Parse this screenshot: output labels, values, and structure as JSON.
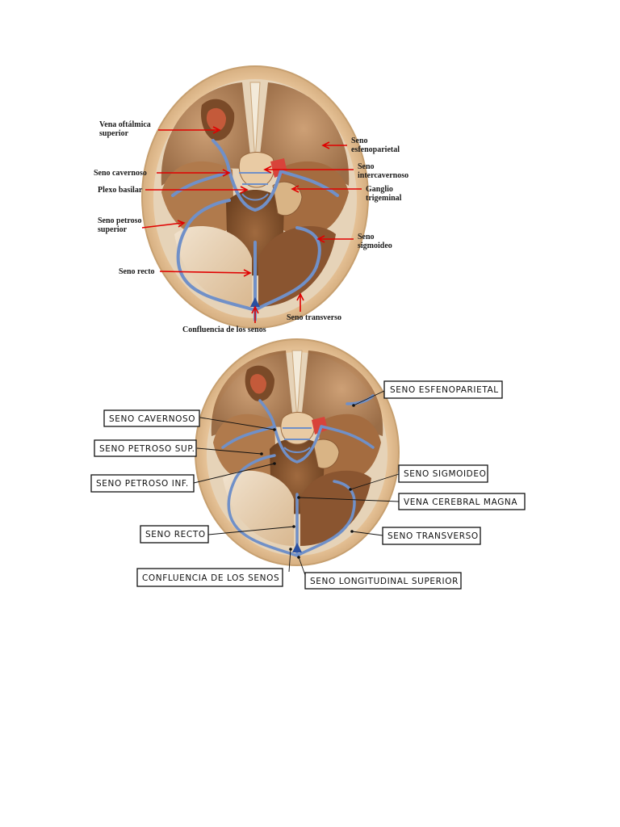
{
  "diagram_top": {
    "labels": {
      "vena_oftalmica": [
        "Vena oftálmica",
        "superior"
      ],
      "seno_esfenoparietal": [
        "Seno",
        "esfenoparietal"
      ],
      "seno_cavernoso": "Seno cavernoso",
      "seno_intercavernoso": [
        "Seno",
        "intercavernoso"
      ],
      "plexo_basilar": "Plexo basilar",
      "ganglio_trigeminal": [
        "Ganglio",
        "trigeminal"
      ],
      "seno_petroso_superior": [
        "Seno petroso",
        "superior"
      ],
      "seno_sigmoideo": [
        "Seno",
        "sigmoideo"
      ],
      "seno_recto": "Seno recto",
      "seno_transverso": "Seno transverso",
      "confluencia": "Confluencia de los senos"
    }
  },
  "diagram_bottom": {
    "labels": {
      "seno_esfenoparietal": "SENO ESFENOPARIETAL",
      "seno_cavernoso": "SENO CAVERNOSO",
      "seno_petroso_sup": "SENO PETROSO SUP.",
      "seno_petroso_inf": "SENO PETROSO INF.",
      "seno_sigmoideo": "SENO SIGMOIDEO",
      "vena_cerebral_magna": "VENA CEREBRAL MAGNA",
      "seno_recto": "SENO RECTO",
      "seno_transverso": "SENO TRANSVERSO",
      "confluencia": "CONFLUENCIA DE LOS SENOS",
      "seno_longitudinal": "SENO LONGITUDINAL SUPERIOR"
    }
  },
  "colors": {
    "bone_rim": "#e9c89a",
    "bone_inner": "#d7b189",
    "fossa_dark": "#8a5a35",
    "fossa_mid": "#b98559",
    "vein_blue": "#6f8fc9",
    "arrow_red": "#e00000"
  }
}
